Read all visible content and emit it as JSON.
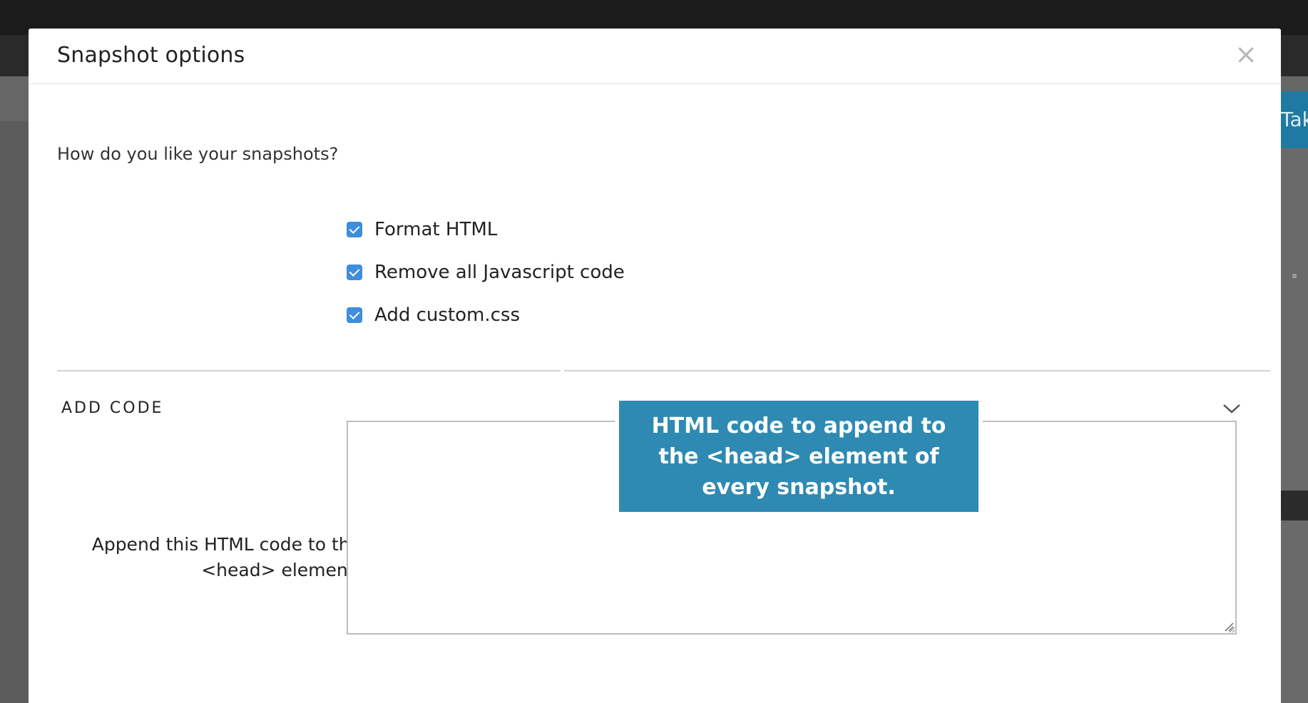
{
  "background": {
    "take_button_partial": "Take"
  },
  "modal": {
    "title": "Snapshot options",
    "close_glyph": "×",
    "intro": "How do you like your snapshots?",
    "options": [
      {
        "label": "Format HTML",
        "checked": true
      },
      {
        "label": "Remove all Javascript code",
        "checked": true
      },
      {
        "label": "Add custom.css",
        "checked": true
      }
    ],
    "section": {
      "title": "ADD CODE",
      "collapse_icon": "chevron-down-icon",
      "field_label": "Append this HTML code to the <head> element:",
      "field_value": "",
      "tooltip": "HTML code to append to the <head> element of every snapshot."
    }
  },
  "colors": {
    "checkbox": "#3f8ddc",
    "tooltip_bg": "#2e8ab2",
    "accent_button": "#1f7aa3"
  }
}
